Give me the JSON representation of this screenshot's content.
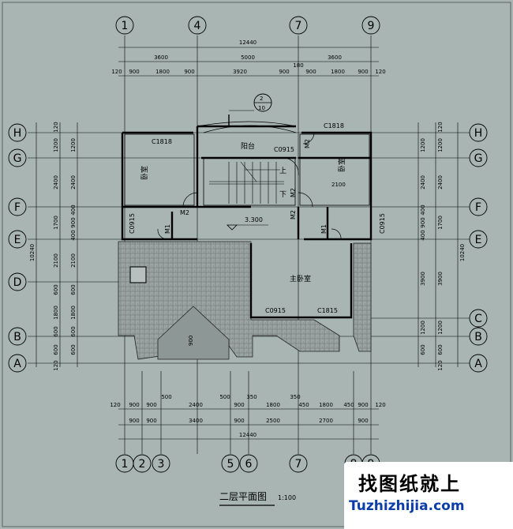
{
  "title": "二层平面图",
  "scale": "1:100",
  "axes_top": [
    "1",
    "4",
    "7",
    "9"
  ],
  "axes_bottom": [
    "1",
    "2",
    "3",
    "5",
    "6",
    "7",
    "8",
    "9"
  ],
  "axes_left": [
    "H",
    "G",
    "F",
    "E",
    "D",
    "B",
    "A"
  ],
  "axes_right": [
    "H",
    "G",
    "F",
    "E",
    "C",
    "B",
    "A"
  ],
  "top_dims": {
    "total": "12440",
    "row2": [
      "3600",
      "5000",
      "3600"
    ],
    "row3": [
      "120",
      "900",
      "1800",
      "900",
      "3920",
      "900",
      "180",
      "900",
      "1800",
      "900",
      "120"
    ]
  },
  "bottom_dims": {
    "row1": [
      "120",
      "900",
      "900",
      "500",
      "2400",
      "500",
      "900",
      "350",
      "1800",
      "350",
      "450",
      "1800",
      "450",
      "900",
      "120"
    ],
    "row2": [
      "900",
      "900",
      "3400",
      "900",
      "2500",
      "2700",
      "900"
    ],
    "total": "12440"
  },
  "left_dims": {
    "outer": [
      "120",
      "1200",
      "2400",
      "1700",
      "2100",
      "600",
      "1800",
      "600",
      "600",
      "120"
    ],
    "inner": [
      "1200",
      "2400",
      "400",
      "900",
      "400",
      "2100",
      "600",
      "1800",
      "600",
      "600"
    ],
    "total": "10240"
  },
  "right_dims": {
    "outer": [
      "120",
      "1200",
      "2400",
      "1700",
      "3900",
      "1200",
      "600",
      "120"
    ],
    "inner": [
      "1200",
      "2400",
      "400",
      "900",
      "400",
      "3900",
      "1200",
      "600"
    ],
    "total": "10240"
  },
  "rooms": {
    "balcony": "阳台",
    "bedroom_left": "卧室",
    "bedroom_right": "卧室",
    "master_bedroom": "主卧室",
    "stair_up": "上",
    "stair_down": "下"
  },
  "labels": {
    "win_c1818_left": "C1818",
    "win_c1818_right": "C1818",
    "door_c0915_top": "C0915",
    "door_c0915_left": "C0915",
    "door_c0915_right": "C0915",
    "door_c0915_master": "C0915",
    "win_c1815": "C1815",
    "m2_a": "M2",
    "m2_b": "M2",
    "m2_c": "M2",
    "m2_d": "M2",
    "m1_a": "M1",
    "m1_b": "M1",
    "elevation": "3.300",
    "dim_2100": "2100",
    "dim_900": "900"
  },
  "detail_marker": {
    "top": "2",
    "bottom": "10"
  },
  "watermark": {
    "cn": "找图纸就上",
    "url": "Tuzhizhijia.com"
  }
}
